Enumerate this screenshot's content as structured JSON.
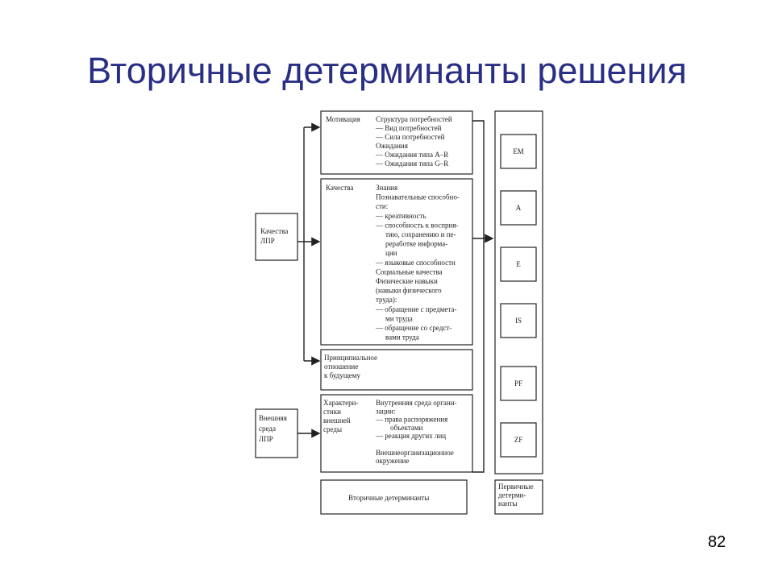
{
  "slide": {
    "title": "Вторичные детерминанты решения",
    "page_number": "82"
  },
  "diagram": {
    "left_nodes": {
      "lpr_qualities": [
        "Качества",
        "ЛПР"
      ],
      "lpr_environment": [
        "Внешняя",
        "среда",
        "ЛПР"
      ]
    },
    "motivation": {
      "label": "Мотивация",
      "lines": [
        "Структура потребностей",
        "— Вид потребностей",
        "— Сила потребностей",
        "Ожидания",
        "— Ожидания типа A–R",
        "— Ожидания типа G–R"
      ]
    },
    "qualities": {
      "label": "Качества",
      "lines": [
        "Знания",
        "Познавательные способно-",
        "сти:",
        "— креативность",
        "— способность к восприя-",
        "тию, сохранению и пе-",
        "реработке информа-",
        "ции",
        "— языковые способности",
        "Социальные качества",
        "Физические навыки",
        "(навыки физического",
        "труда):",
        "— обращение с предмета-",
        "ми труда",
        "— обращение со средст-",
        "вами труда"
      ]
    },
    "future": {
      "lines": [
        "Принципиальное",
        "отношение",
        "к будущему"
      ]
    },
    "external": {
      "label_lines": [
        "Характери-",
        "стики",
        "внешней",
        "среды"
      ],
      "lines": [
        "Внутренняя среда органи-",
        "зации:",
        "— права распоряжения",
        "объектами",
        "— реакция других лиц",
        "",
        "Внешнеорганизационное",
        "окружение"
      ]
    },
    "secondary_caption": "Вторичные детерминанты",
    "primary": {
      "items": [
        "EM",
        "A",
        "E",
        "IS",
        "PF",
        "ZF"
      ],
      "caption_lines": [
        "Первичные",
        "детерми-",
        "нанты"
      ]
    }
  }
}
